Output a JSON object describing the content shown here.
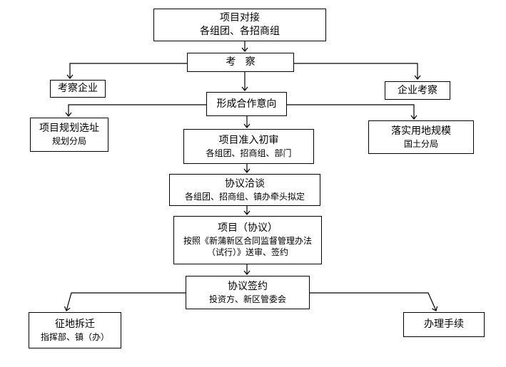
{
  "nodes": {
    "project_docking": {
      "title": "项目对接",
      "sub": "各组团、各招商组"
    },
    "inspection": {
      "title": "考   察"
    },
    "inspect_enterprise": {
      "title": "考察企业"
    },
    "enterprise_inspection": {
      "title": "企业考察"
    },
    "cooperation_intent": {
      "title": "形成合作意向"
    },
    "site_selection": {
      "title": "项目规划选址",
      "sub": "规划分局"
    },
    "land_scale": {
      "title": "落实用地规模",
      "sub": "国土分局"
    },
    "initial_review": {
      "title": "项目准入初审",
      "sub": "各组团、招商组、部门"
    },
    "negotiation": {
      "title": "协议洽谈",
      "sub": "各组团、招商组、镇办牵头拟定"
    },
    "agreement_review": {
      "title": "项目（协议）",
      "sub": "按照《新蒲新区合同监督管理办法",
      "sub2": "（试行）》送审、签约"
    },
    "signing": {
      "title": "协议签约",
      "sub": "投资方、新区管委会"
    },
    "land_acquisition": {
      "title": "征地拆迁",
      "sub": "指挥部、镇（办）"
    },
    "procedures": {
      "title": "办理手续"
    }
  }
}
